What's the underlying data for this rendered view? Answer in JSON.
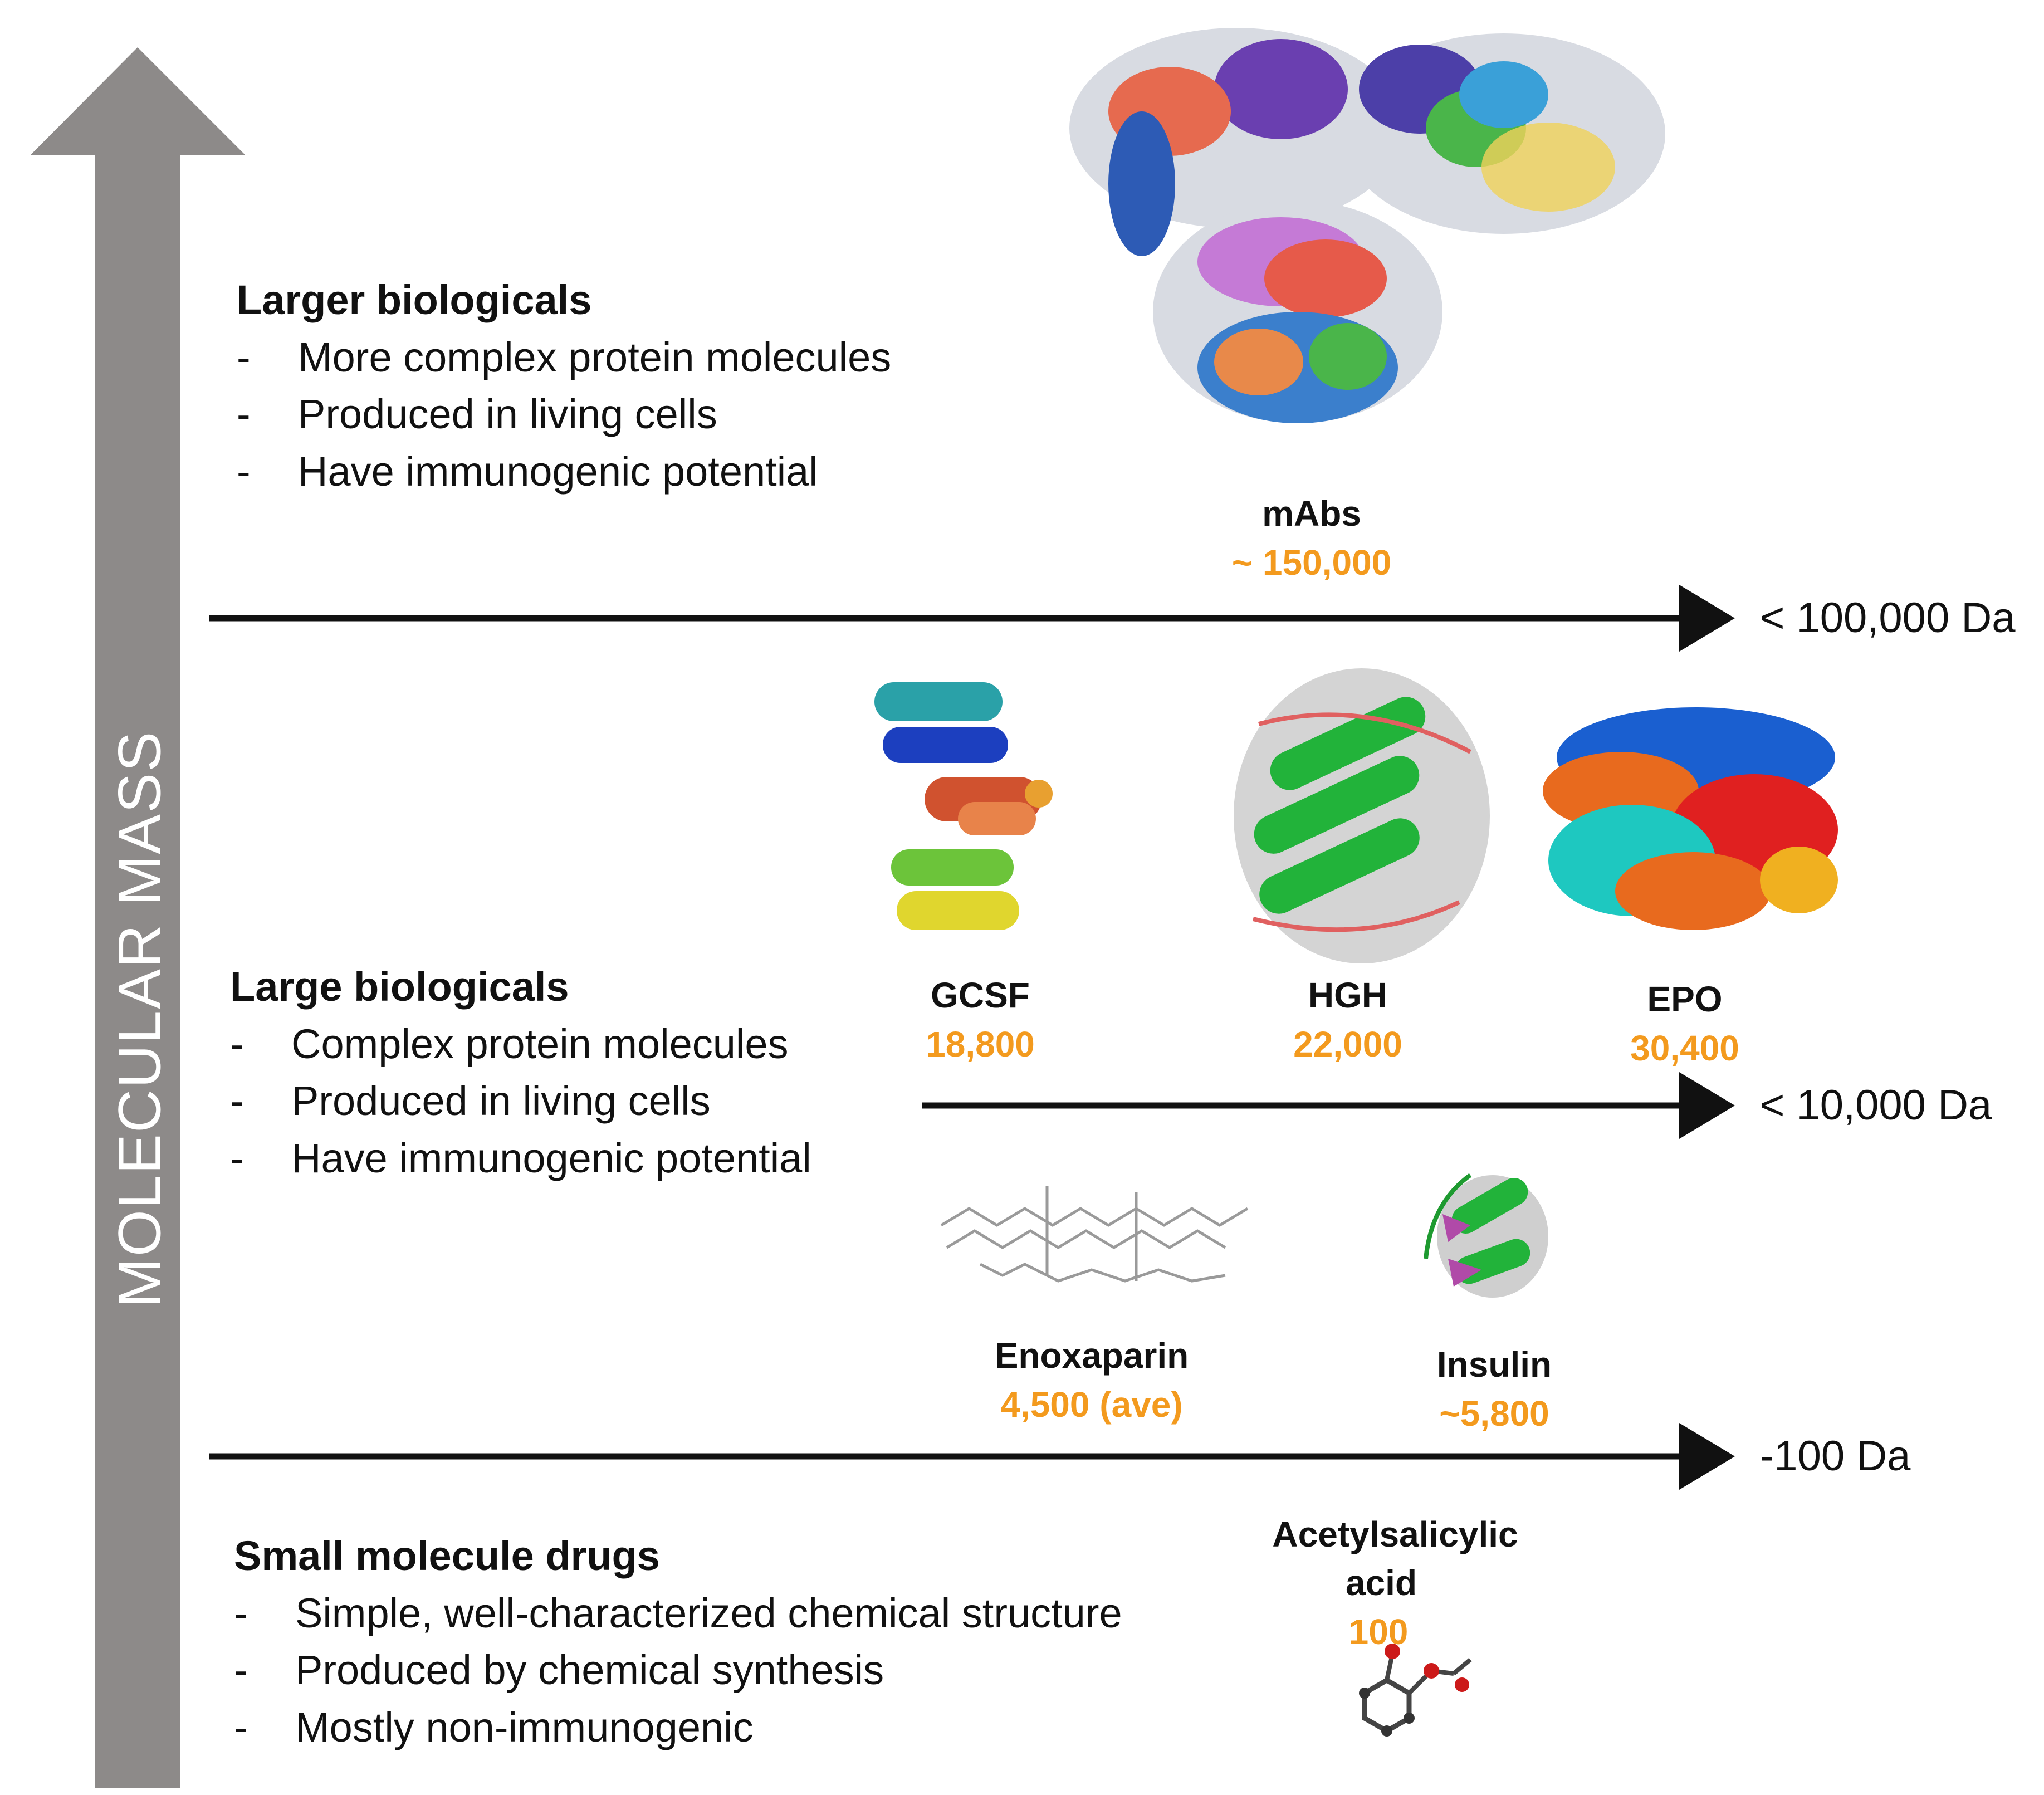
{
  "axis": {
    "label": "MOLECULAR MASS",
    "color": "#8d8a89"
  },
  "colors": {
    "mass_text": "#f39a1e",
    "text": "#111111",
    "arrow": "#111111"
  },
  "sections": {
    "larger": {
      "heading": "Larger biologicals",
      "bullets": [
        "More complex protein molecules",
        "Produced in living cells",
        "Have immunogenic potential"
      ]
    },
    "large": {
      "heading": "Large biologicals",
      "bullets": [
        "Complex protein molecules",
        "Produced in living cells",
        "Have immunogenic potential"
      ]
    },
    "small": {
      "heading": "Small molecule drugs",
      "bullets": [
        "Simple, well-characterized chemical structure",
        "Produced by chemical synthesis",
        "Mostly non-immunogenic"
      ]
    }
  },
  "thresholds": {
    "t100000": "< 100,000 Da",
    "t10000": "< 10,000 Da",
    "t100": "-100 Da"
  },
  "molecules": {
    "mabs": {
      "name": "mAbs",
      "mass": "~ 150,000"
    },
    "gcsf": {
      "name": "GCSF",
      "mass": "18,800"
    },
    "hgh": {
      "name": "HGH",
      "mass": "22,000"
    },
    "epo": {
      "name": "EPO",
      "mass": "30,400"
    },
    "enoxaparin": {
      "name": "Enoxaparin",
      "mass": "4,500 (ave)"
    },
    "insulin": {
      "name": "Insulin",
      "mass": "~5,800"
    },
    "aspirin": {
      "name_line1": "Acetylsalicylic",
      "name_line2": "acid",
      "mass": "100"
    }
  }
}
